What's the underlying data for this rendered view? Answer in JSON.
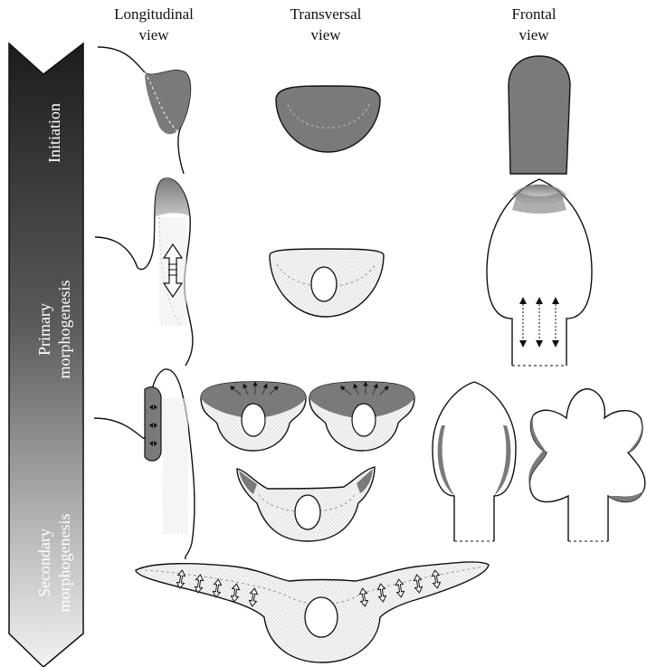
{
  "columns": {
    "longitudinal": [
      "Longitudinal",
      "view"
    ],
    "transversal": [
      "Transversal",
      "view"
    ],
    "frontal": [
      "Frontal",
      "view"
    ]
  },
  "stages": {
    "initiation": [
      "Initiation"
    ],
    "primary": [
      "Primary",
      "morphogenesis"
    ],
    "secondary": [
      "Secondary",
      "morphogenesis"
    ]
  },
  "colors": {
    "arrow_top": "#1a1a1a",
    "arrow_bottom": "#ffffff",
    "active_region": "#7a7a7a",
    "tissue_fill": "#f4f4f4",
    "outline": "#111111"
  }
}
